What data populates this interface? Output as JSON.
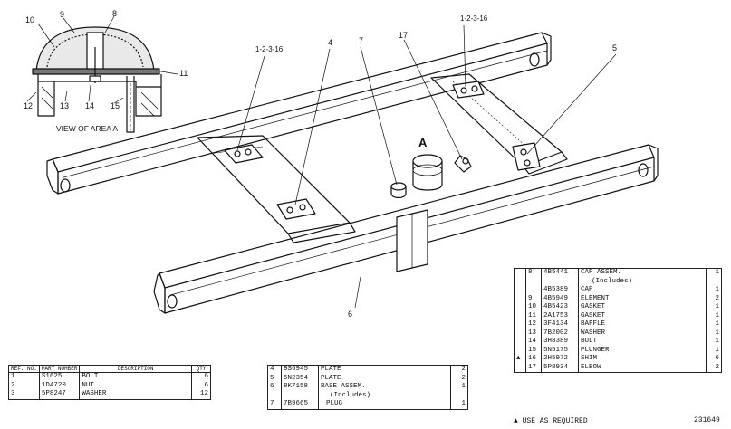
{
  "inset": {
    "caption": "VIEW OF AREA A",
    "callouts": [
      "10",
      "9",
      "8",
      "11",
      "12",
      "13",
      "14",
      "15"
    ]
  },
  "callouts": {
    "c1": "1-2-3-16",
    "c2": "4",
    "c3": "7",
    "c4": "17",
    "c5": "1-2-3-16",
    "c6": "5",
    "area_a": "A",
    "c7": "6"
  },
  "table_left": {
    "headers": [
      "REF. NO.",
      "PART NUMBER",
      "DESCRIPTION",
      "QTY"
    ],
    "rows": [
      {
        "ref": "1",
        "part": "S1625",
        "desc": "BOLT",
        "qty": "6"
      },
      {
        "ref": "2",
        "part": "1D4720",
        "desc": "NUT",
        "qty": "6"
      },
      {
        "ref": "3",
        "part": "5P8247",
        "desc": "WASHER",
        "qty": "12"
      }
    ]
  },
  "table_mid": {
    "rows": [
      {
        "ref": "4",
        "part": "9S6945",
        "desc": "PLATE",
        "qty": "2"
      },
      {
        "ref": "5",
        "part": "5N2354",
        "desc": "PLATE",
        "qty": "2"
      },
      {
        "ref": "6",
        "part": "8K7158",
        "desc": "BASE ASSEM.",
        "qty": "1"
      },
      {
        "ref": "",
        "part": "",
        "desc": "(Includes)",
        "qty": ""
      },
      {
        "ref": "7",
        "part": "7B9665",
        "desc": "PLUG",
        "qty": "1"
      }
    ]
  },
  "table_right": {
    "rows": [
      {
        "mark": "",
        "ref": "8",
        "part": "4B5441",
        "desc": "CAP ASSEM.",
        "qty": "1"
      },
      {
        "mark": "",
        "ref": "",
        "part": "",
        "desc": "(Includes)",
        "qty": ""
      },
      {
        "mark": "",
        "ref": "",
        "part": "4B5389",
        "desc": "CAP",
        "qty": "1"
      },
      {
        "mark": "",
        "ref": "9",
        "part": "4B5949",
        "desc": "ELEMENT",
        "qty": "2"
      },
      {
        "mark": "",
        "ref": "10",
        "part": "4B5423",
        "desc": "GASKET",
        "qty": "1"
      },
      {
        "mark": "",
        "ref": "11",
        "part": "2A1753",
        "desc": "GASKET",
        "qty": "1"
      },
      {
        "mark": "",
        "ref": "12",
        "part": "3F4134",
        "desc": "BAFFLE",
        "qty": "1"
      },
      {
        "mark": "",
        "ref": "13",
        "part": "7B2002",
        "desc": "WASHER",
        "qty": "1"
      },
      {
        "mark": "",
        "ref": "14",
        "part": "3H8389",
        "desc": "BOLT",
        "qty": "1"
      },
      {
        "mark": "",
        "ref": "15",
        "part": "5N5175",
        "desc": "PLUNGER",
        "qty": "1"
      },
      {
        "mark": "▲",
        "ref": "16",
        "part": "2H5972",
        "desc": "SHIM",
        "qty": "6"
      },
      {
        "mark": "",
        "ref": "17",
        "part": "5P8934",
        "desc": "ELBOW",
        "qty": "2"
      }
    ]
  },
  "footnote": "▲ USE AS REQUIRED",
  "drawing_number": "231649"
}
